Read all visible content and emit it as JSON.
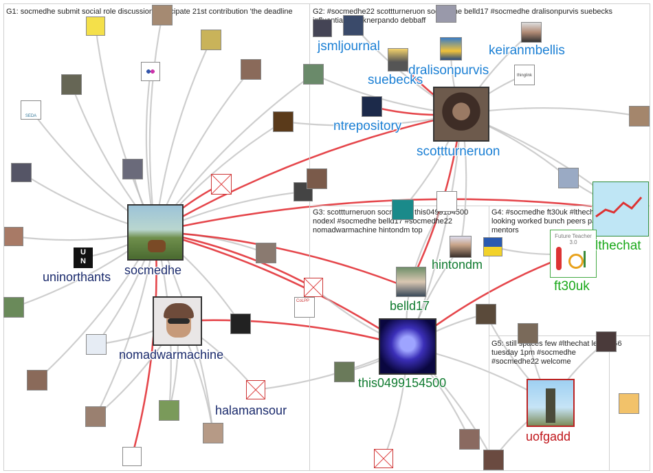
{
  "groups": [
    {
      "id": "g1",
      "title": "G1: socmedhe submit social role discussion participate 21st contribution 'the deadline"
    },
    {
      "id": "g2",
      "title": "G2: #socmedhe22 scottturneruon socmedhe belld17 #socmedhe dralisonpurvis suebecks influential sfaulknerpando debbaff"
    },
    {
      "id": "g3",
      "title": "G3: scottturneruon socmedhe this0499154500 nodexl #socmedhe belld17 #socmedhe22 nomadwarmachine hintondm top"
    },
    {
      "id": "g4",
      "title": "G4: #socmedhe ft30uk #lthechat alistairm looking worked bunch peers particularly zen mentors"
    },
    {
      "id": "g5",
      "title": "G5: still spaces few #lthechat left tuesday 1pm #socmedhe #socmedhe22 welcome"
    },
    {
      "id": "g6",
      "title": "G6"
    }
  ],
  "labels": {
    "jsmljournal": "jsmljournal",
    "keiranmbellis": "keiranmbellis",
    "dralisonpurvis": "dralisonpurvis",
    "suebecks": "suebecks",
    "ntrepository": "ntrepository",
    "scottturneruon": "scottturneruon",
    "socmedhe": "socmedhe",
    "uninorthants": "uninorthants",
    "nomadwarmachine": "nomadwarmachine",
    "halamansour": "halamansour",
    "hintondm": "hintondm",
    "belld17": "belld17",
    "this0499154500": "this0499154500",
    "lthechat": "lthechat",
    "ft30uk": "ft30uk",
    "uofgadd": "uofgadd"
  },
  "node_texts": {
    "ft30uk_card": "Future Teacher 3.0",
    "thinglink": "thinglink",
    "cpp": "CoLPP",
    "sedp": "SEDA"
  },
  "colors": {
    "dark_blue_label": "#1a2a6c",
    "light_blue_label": "#1a7fd4",
    "green_label": "#0f7a2f",
    "red_label": "#c0161b",
    "edge_grey": "#bdbdbd",
    "edge_red": "#e0262b"
  }
}
